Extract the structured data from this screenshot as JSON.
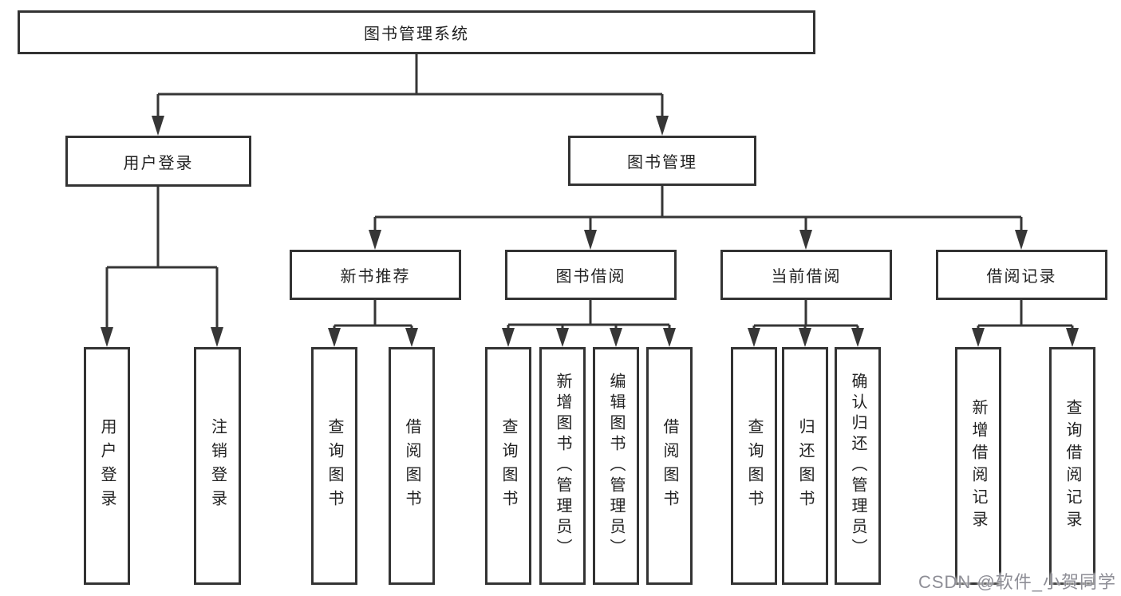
{
  "diagram_title": "图书管理系统",
  "watermark": "CSDN @软件_小贺同学",
  "colors": {
    "line": "#363636",
    "box_border": "#333333",
    "text": "#222222",
    "background": "#ffffff",
    "watermark": "#8e8e96"
  },
  "nodes": {
    "root": "图书管理系统",
    "user_login": "用户登录",
    "book_management": "图书管理",
    "new_book_recommend": "新书推荐",
    "book_borrowing": "图书借阅",
    "current_borrowing": "当前借阅",
    "borrowing_records": "借阅记录",
    "leaf_user_login": "用户登录",
    "leaf_logout": "注销登录",
    "leaf_query_books_recommend": "查询图书",
    "leaf_borrow_books_recommend": "借阅图书",
    "leaf_query_books_borrowing": "查询图书",
    "leaf_add_books_admin": "新增图书（管理员）",
    "leaf_edit_books_admin": "编辑图书（管理员）",
    "leaf_borrow_books_borrowing": "借阅图书",
    "leaf_query_books_current": "查询图书",
    "leaf_return_books": "归还图书",
    "leaf_confirm_return_admin": "确认归还（管理员）",
    "leaf_add_borrow_record": "新增借阅记录",
    "leaf_query_borrow_record": "查询借阅记录"
  },
  "hierarchy": {
    "图书管理系统": {
      "用户登录": [
        "用户登录",
        "注销登录"
      ],
      "图书管理": {
        "新书推荐": [
          "查询图书",
          "借阅图书"
        ],
        "图书借阅": [
          "查询图书",
          "新增图书（管理员）",
          "编辑图书（管理员）",
          "借阅图书"
        ],
        "当前借阅": [
          "查询图书",
          "归还图书",
          "确认归还（管理员）"
        ],
        "借阅记录": [
          "新增借阅记录",
          "查询借阅记录"
        ]
      }
    }
  }
}
